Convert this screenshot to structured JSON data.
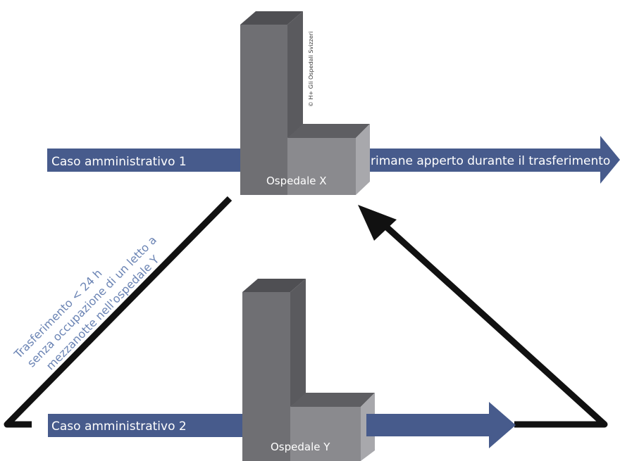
{
  "diagram": {
    "case_1_label": "Caso amministrativo 1",
    "case_2_label": "Caso amministrativo 2",
    "remains_open_label": "rimane apperto durante il trasferimento",
    "hospital_x_label": "Ospedale X",
    "hospital_y_label": "Ospedale Y",
    "transfer_line_1": "Trasferimento < 24 h",
    "transfer_line_2": "senza occupazione di un letto a",
    "transfer_line_3": "mezzanotte nell'ospedale Y",
    "copyright": "© H+ Gli Ospedali Svizzeri"
  },
  "colors": {
    "arrow_blue": "#475b8c",
    "building_front": "#6f6f73",
    "building_side": "#5a5a5e",
    "building_top": "#4f4f53",
    "annex_front": "#8a8a8e",
    "annex_side": "#a8a8ac",
    "annex_top": "#5e5e62",
    "line": "#111111"
  }
}
